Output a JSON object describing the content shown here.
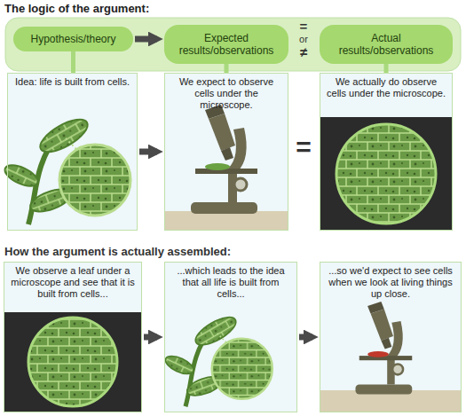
{
  "diagram": {
    "title": "The logic of the argument:",
    "nodes": [
      {
        "text": [
          "Hypothesis/theory"
        ]
      },
      {
        "text": [
          "Expected results/observations"
        ]
      },
      {
        "text": [
          "Actual results/observations"
        ]
      },
      {
        "text": [
          "Idea: life is built from cells."
        ]
      },
      {
        "text": [
          "We expect to observe cells under the microscope."
        ]
      },
      {
        "text": [
          "We actually do observe cells under the microscope."
        ]
      },
      {
        "text": [
          "We observe a leaf under a microscope and see that it is built from cells..."
        ]
      },
      {
        "text": [
          "...which leads to the idea that all life is built from cells..."
        ]
      },
      {
        "text": [
          "...so we'd expect to see cells when we look at living things up close."
        ]
      }
    ],
    "edges": [
      {
        "from": 0,
        "to": 1,
        "arrow": "to"
      },
      {
        "from": 0,
        "to": 3,
        "arrow": "none"
      },
      {
        "from": 1,
        "to": 4,
        "arrow": "none"
      },
      {
        "from": 2,
        "to": 5,
        "arrow": "none"
      },
      {
        "from": 3,
        "to": 4,
        "arrow": "to"
      },
      {
        "from": 6,
        "to": 7,
        "arrow": "to"
      },
      {
        "from": 7,
        "to": 8,
        "arrow": "to"
      }
    ],
    "labels": [
      "How the argument is actually assembled:",
      "=",
      "or",
      "≠",
      "="
    ]
  }
}
